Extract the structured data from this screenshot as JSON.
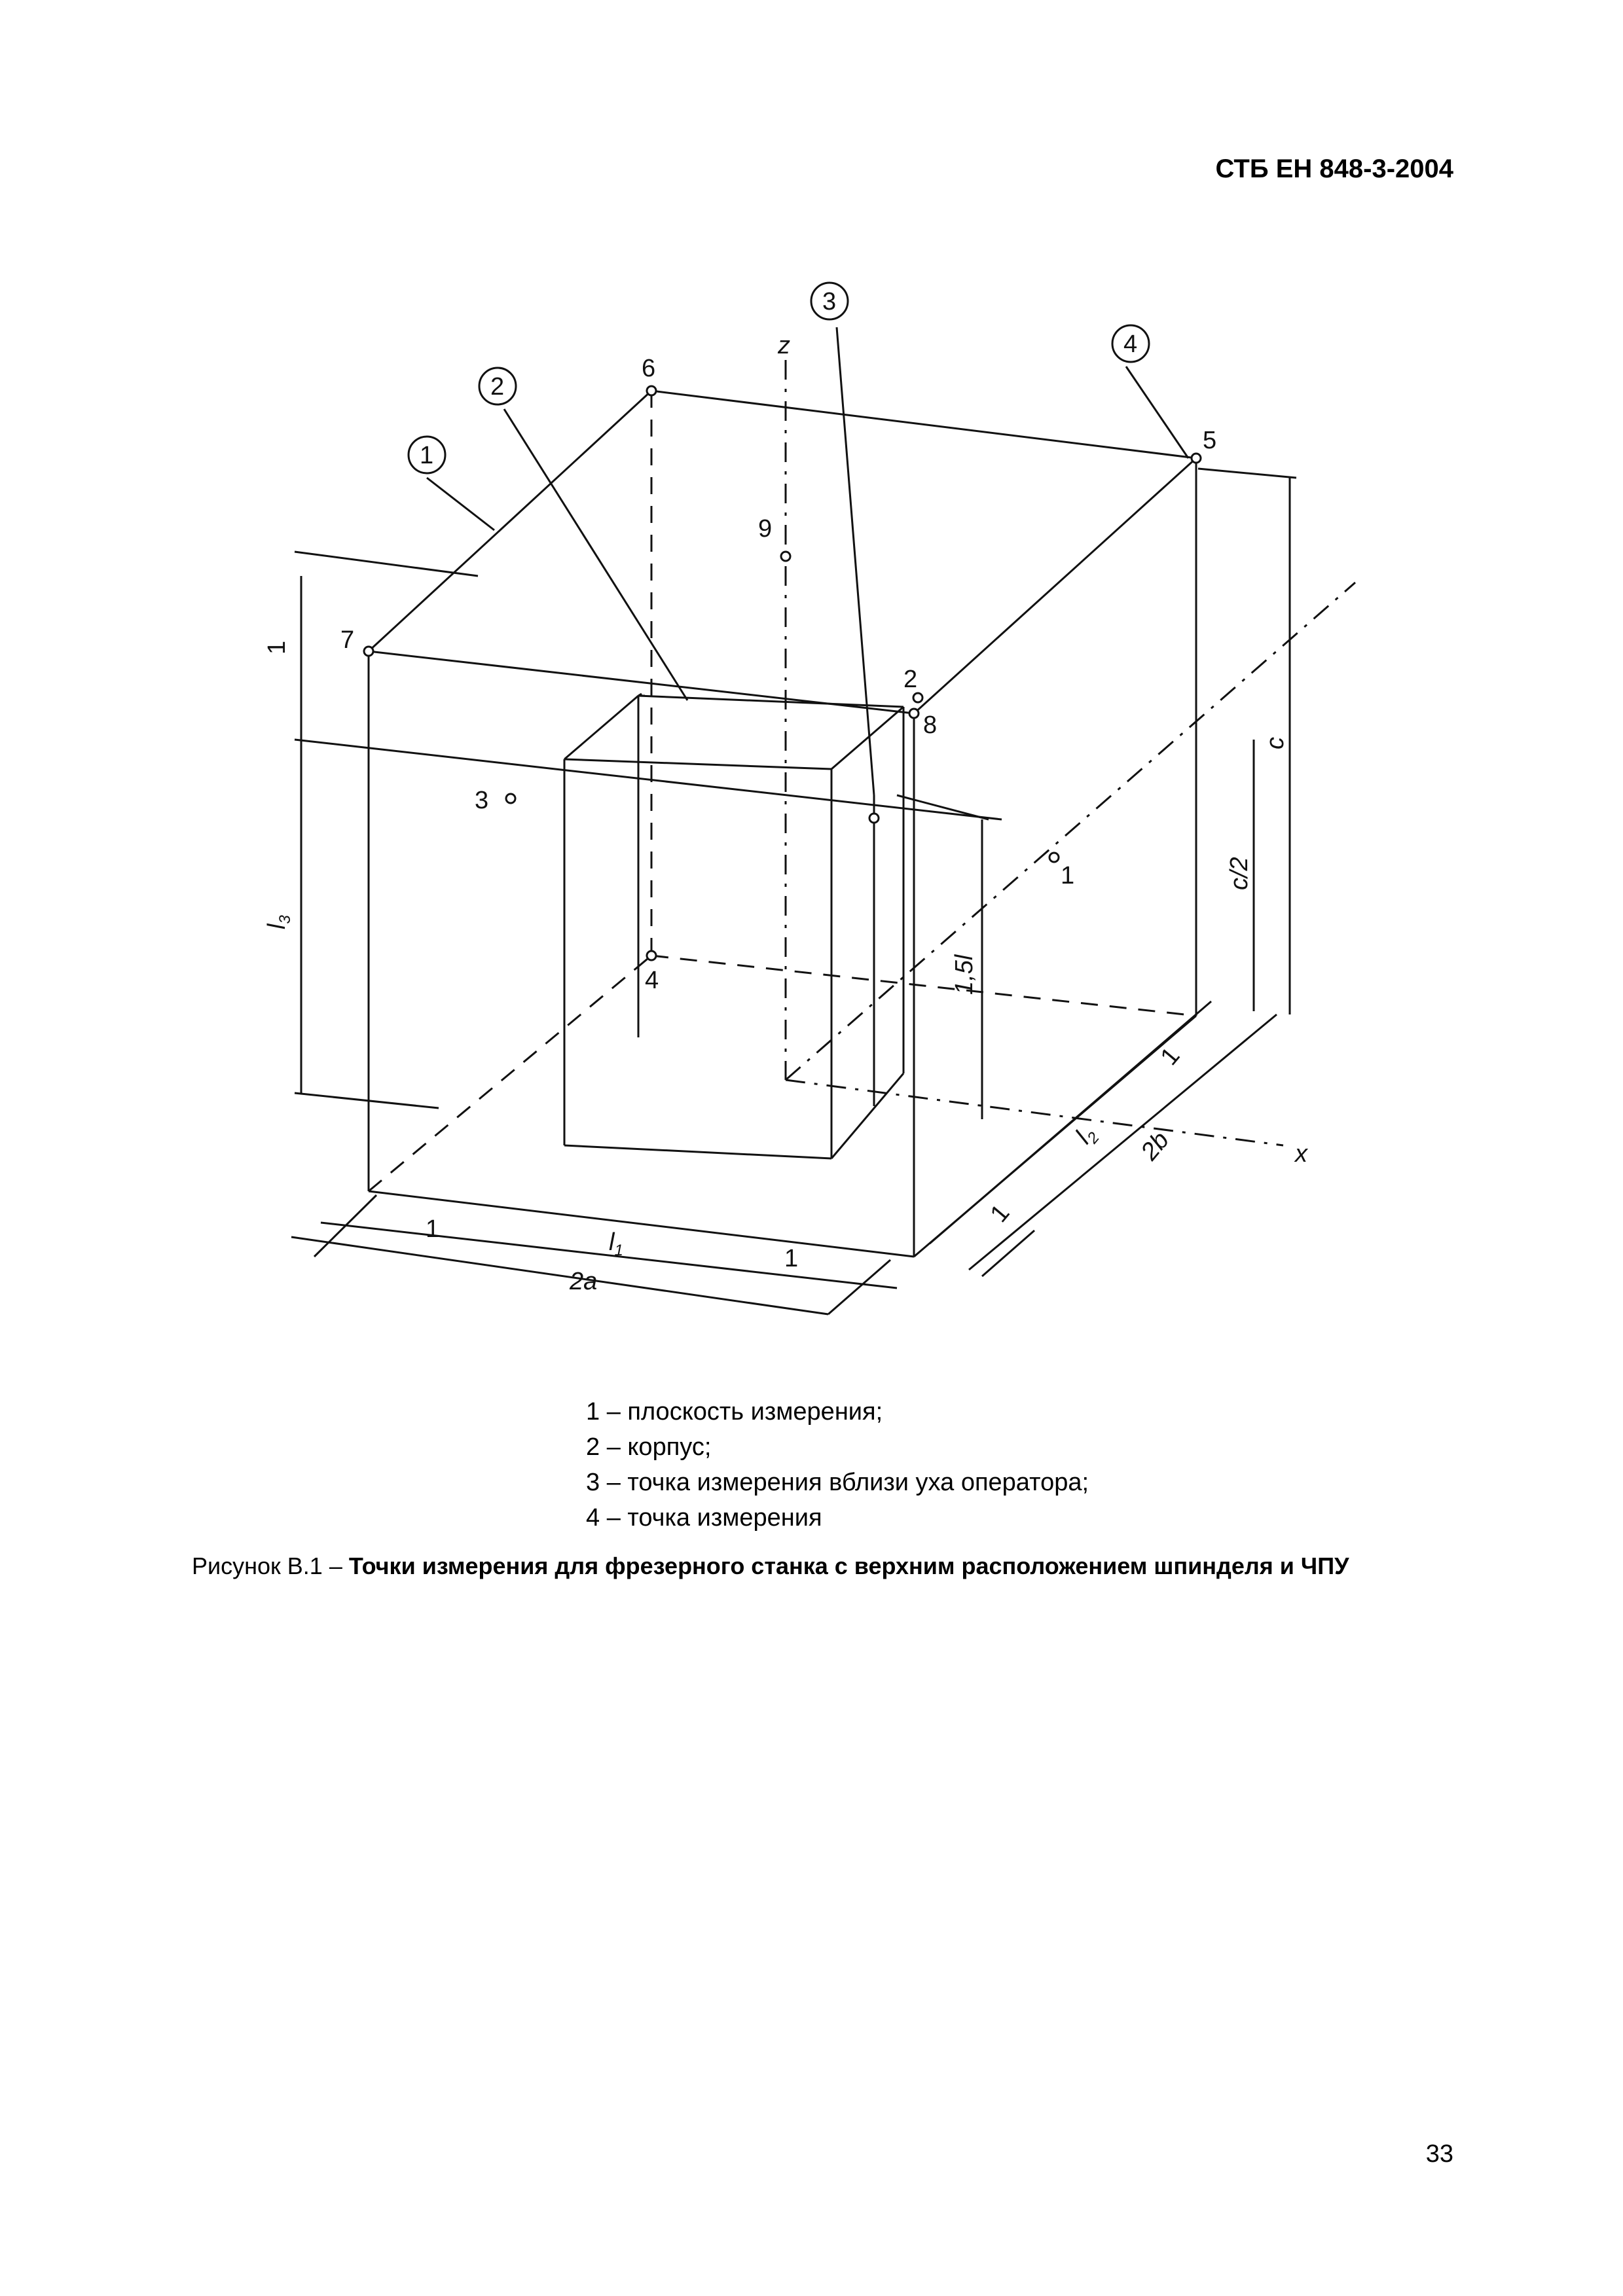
{
  "header": {
    "standard": "СТБ ЕН 848-3-2004"
  },
  "figure": {
    "callouts": [
      "1",
      "2",
      "3",
      "4"
    ],
    "points": [
      "1",
      "2",
      "3",
      "4",
      "5",
      "6",
      "7",
      "8",
      "9"
    ],
    "axes": {
      "z": "z",
      "x": "x"
    },
    "dims": {
      "one": "1",
      "c": "c",
      "c_half": "c/2",
      "l3": "l",
      "l3_sub": "3",
      "l1": "l",
      "l1_sub": "1",
      "l2": "l",
      "l2_sub": "2",
      "two_a": "2a",
      "two_b": "2b",
      "one_five_l": "1,5l"
    }
  },
  "legend": [
    "1 – плоскость измерения;",
    "2 – корпус;",
    "3 – точка измерения вблизи уха оператора;",
    "4 – точка измерения"
  ],
  "caption": {
    "prefix": "Рисунок В.1 – ",
    "title": "Точки измерения для фрезерного станка с верхним расположением шпинделя и ЧПУ"
  },
  "page": {
    "number": "33"
  }
}
